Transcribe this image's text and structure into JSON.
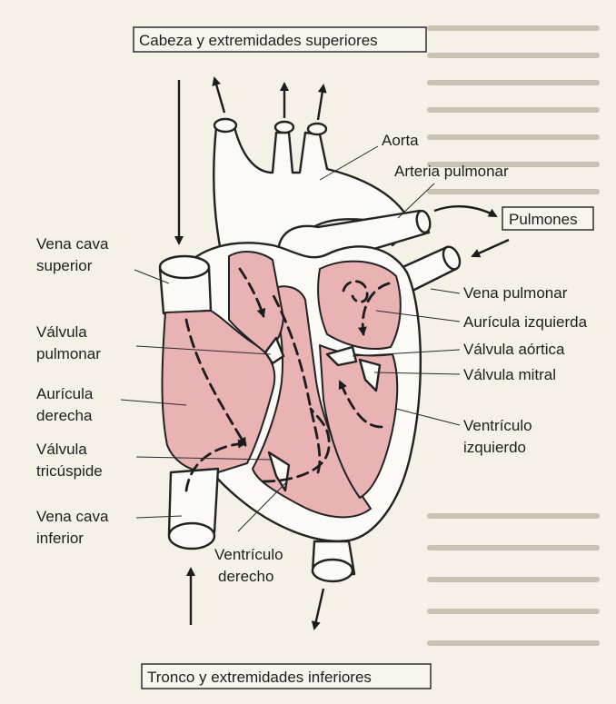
{
  "labels": {
    "top_box": "Cabeza y extremidades superiores",
    "bottom_box": "Tronco y extremidades inferiores",
    "pulmones": "Pulmones",
    "aorta": "Aorta",
    "arteria_pulmonar": "Arteria pulmonar",
    "vena_cava_superior": [
      "Vena cava",
      "superior"
    ],
    "valvula_pulmonar": [
      "Válvula",
      "pulmonar"
    ],
    "auricula_derecha": [
      "Aurícula",
      "derecha"
    ],
    "valvula_tricuspide": [
      "Válvula",
      "tricúspide"
    ],
    "vena_cava_inferior": [
      "Vena cava",
      "inferior"
    ],
    "ventriculo_derecho": [
      "Ventrículo",
      "derecho"
    ],
    "vena_pulmonar": "Vena pulmonar",
    "auricula_izquierda": "Aurícula izquierda",
    "valvula_aortica": "Válvula aórtica",
    "valvula_mitral": "Válvula mitral",
    "ventriculo_izquierdo": [
      "Ventrículo",
      "izquierdo"
    ]
  },
  "colors": {
    "chamber": "#e9b3b4",
    "paper": "#f5f1e6"
  }
}
